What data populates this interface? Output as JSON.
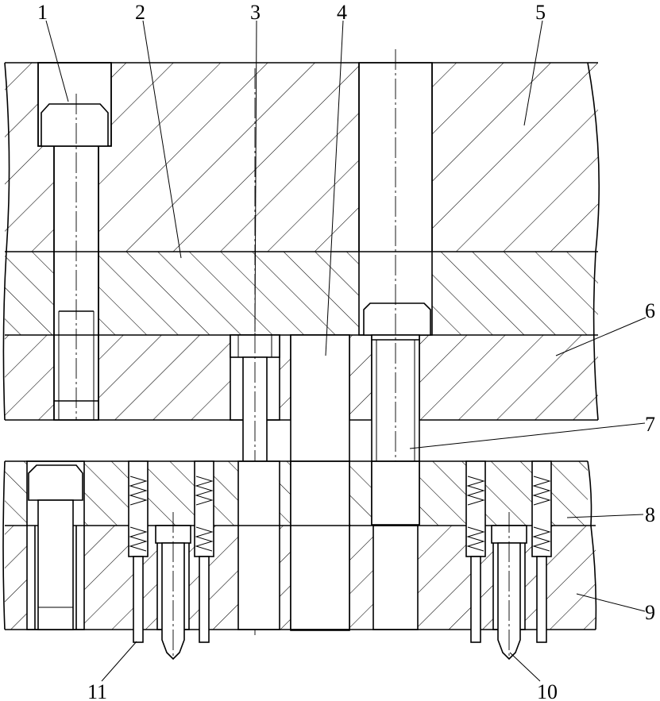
{
  "figure": {
    "part_labels": [
      "1",
      "2",
      "3",
      "4",
      "5",
      "6",
      "7",
      "8",
      "9",
      "10",
      "11"
    ]
  }
}
